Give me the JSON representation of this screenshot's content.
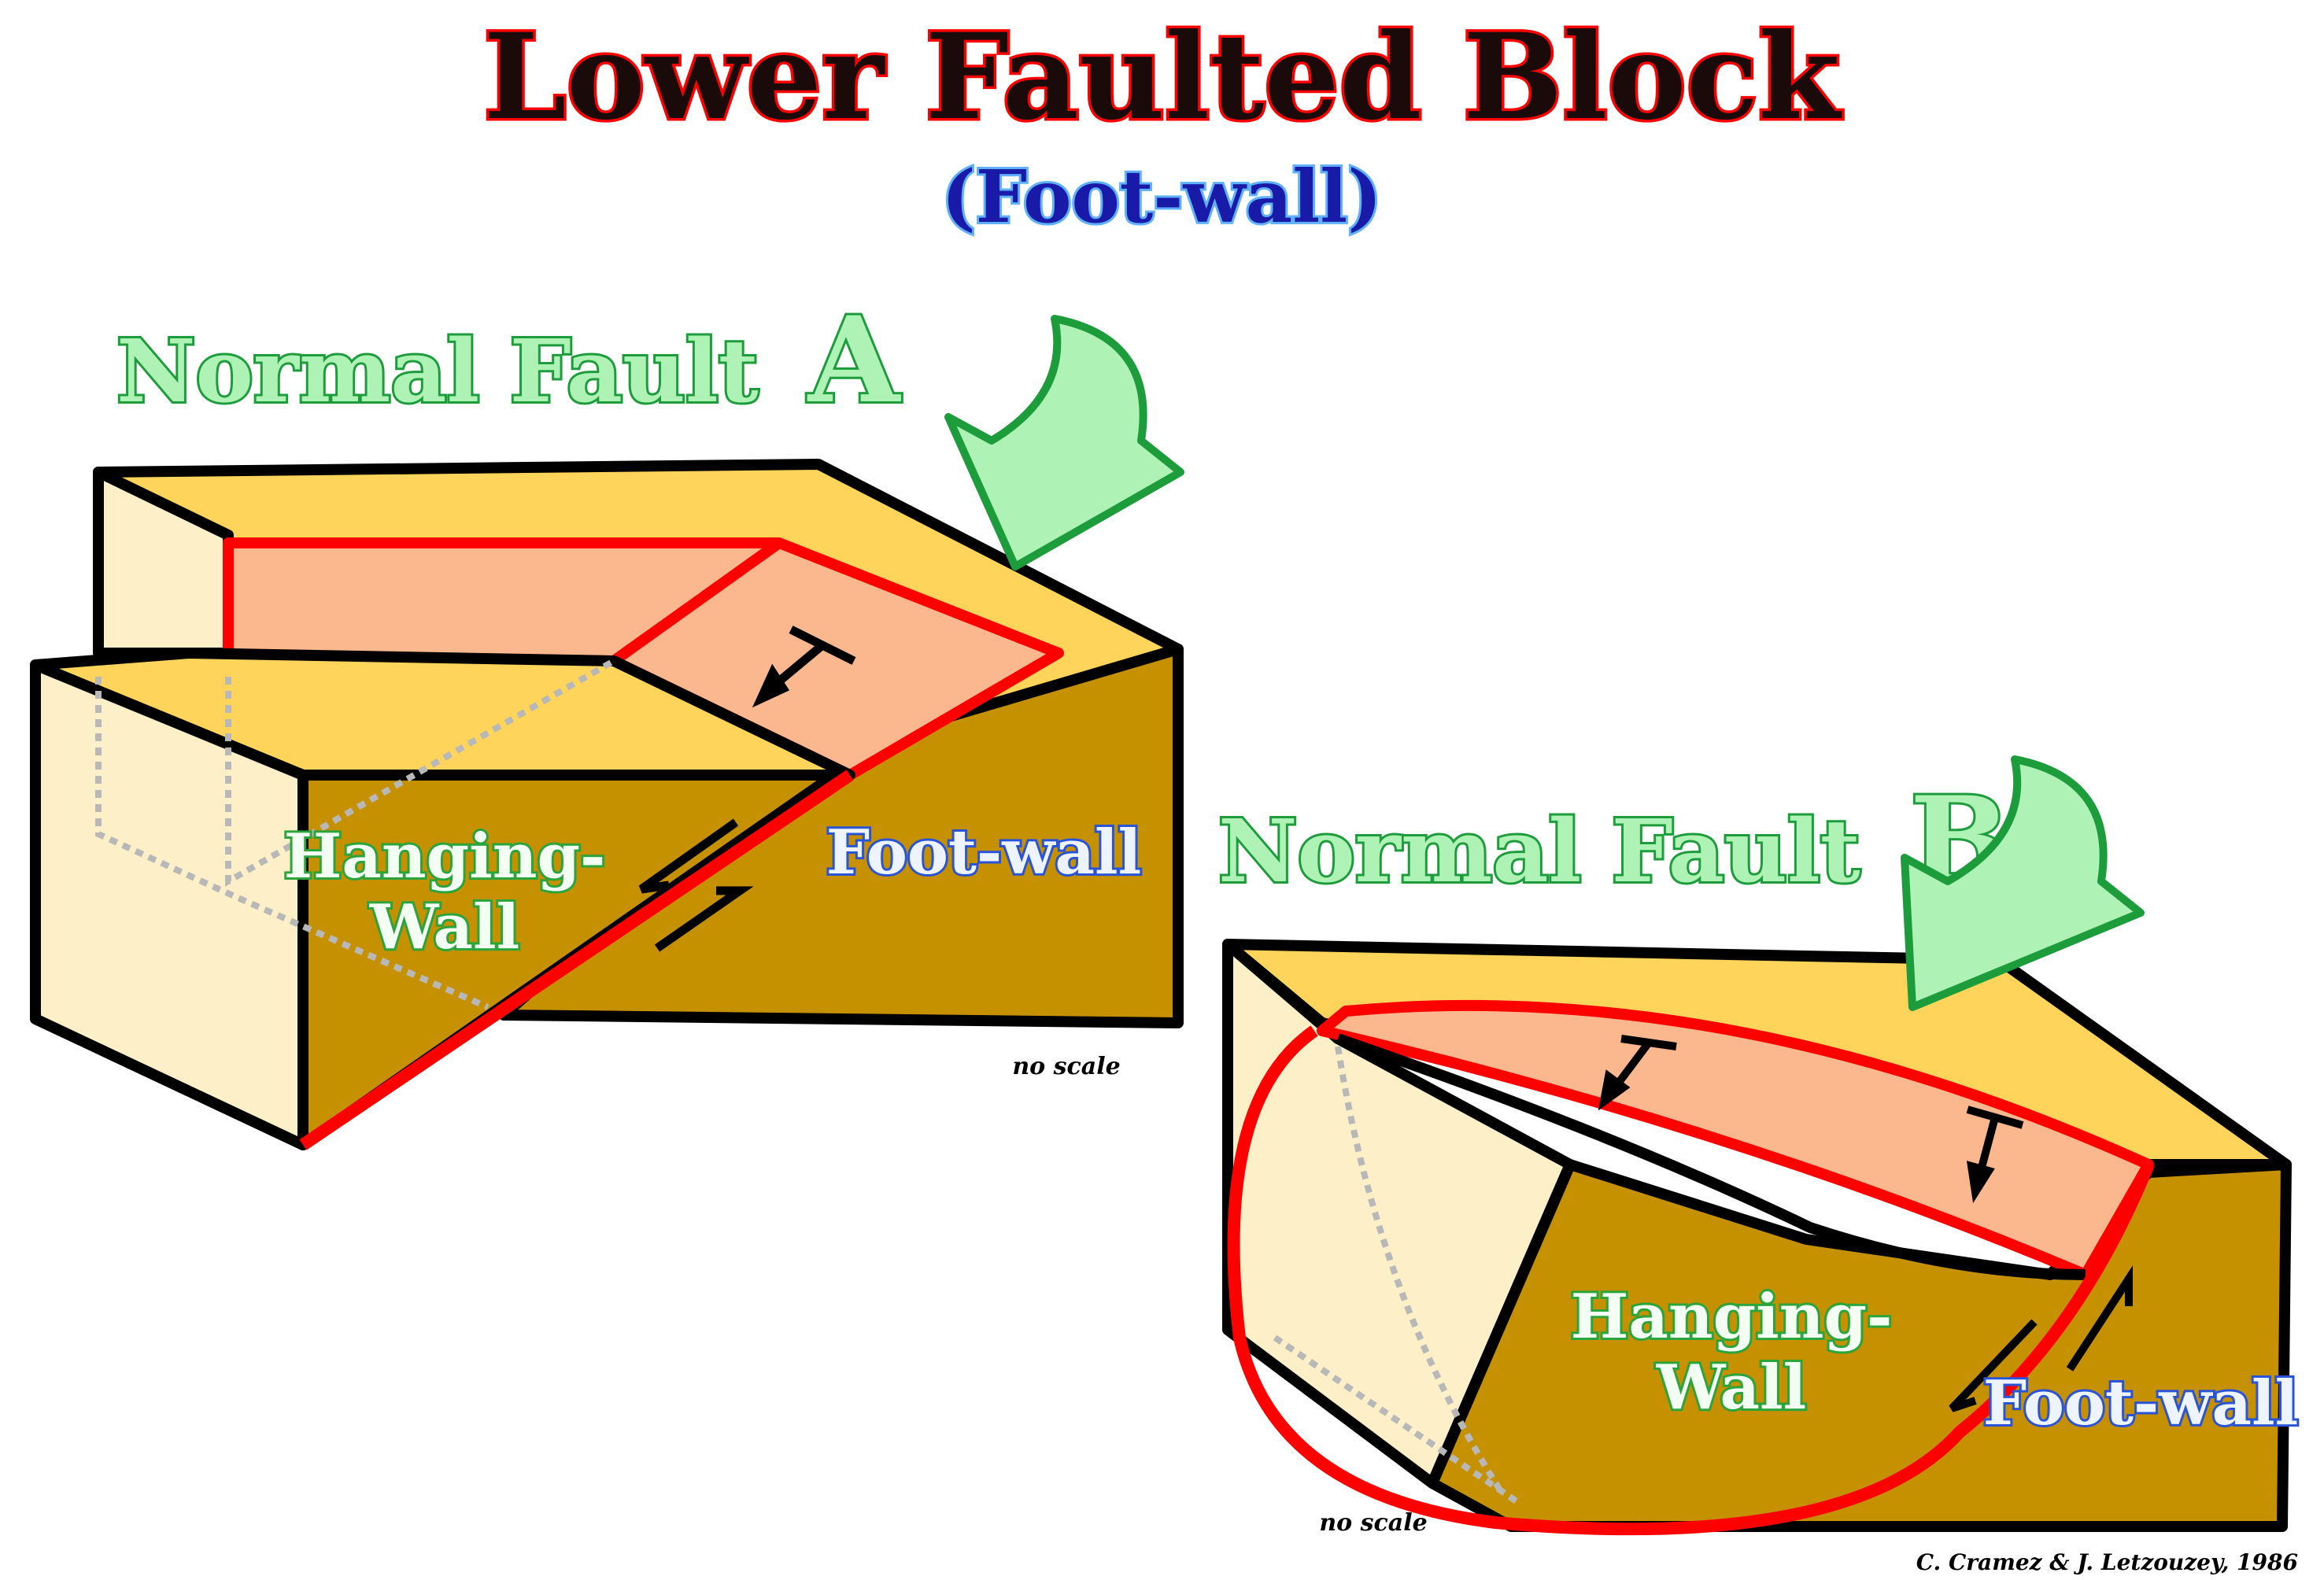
{
  "title": "Lower Faulted Block",
  "subtitle": "(Foot-wall)",
  "fault_a": {
    "title": "Normal Fault",
    "letter": "A",
    "hanging_wall_line1": "Hanging-",
    "hanging_wall_line2": "Wall",
    "foot_wall": "Foot-wall",
    "scale_note": "no scale"
  },
  "fault_b": {
    "title": "Normal Fault",
    "letter": "B",
    "hanging_wall_line1": "Hanging-",
    "hanging_wall_line2": "Wall",
    "foot_wall": "Foot-wall",
    "scale_note": "no scale"
  },
  "credit": "C. Cramez & J. Letzouzey, 1986",
  "colors": {
    "block_top": "#ffd45a",
    "block_side": "#c69100",
    "block_face": "#fdefc7",
    "fault_plane": "#fbb88e",
    "fault_line": "#ff0000",
    "arrow_fill": "#aef2b6",
    "arrow_stroke": "#1d9c3c"
  }
}
